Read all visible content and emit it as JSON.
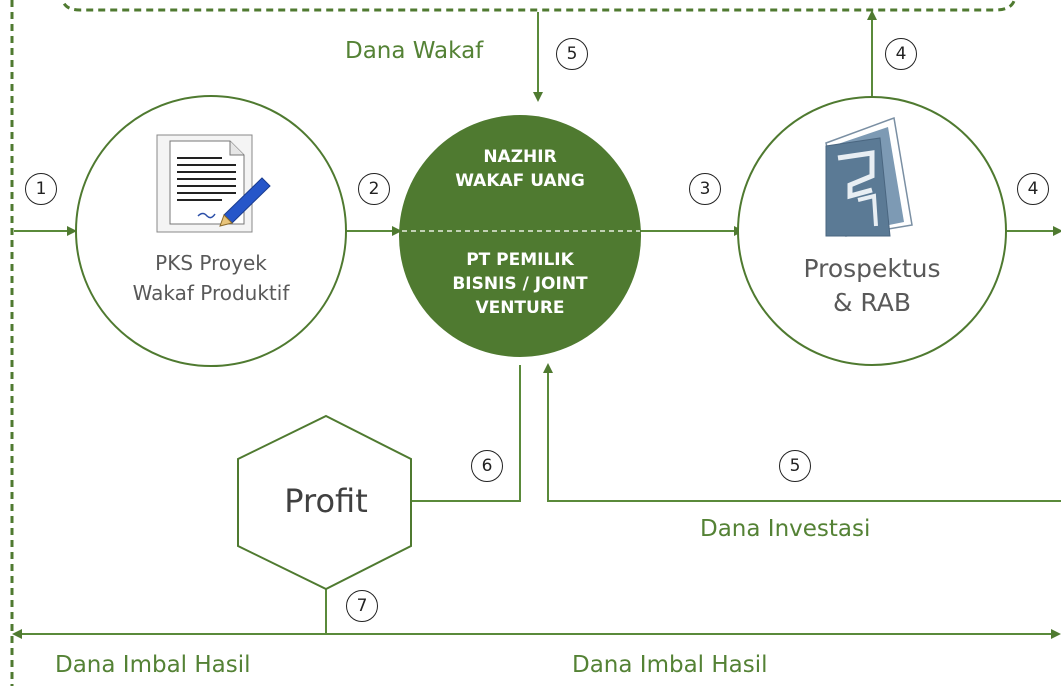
{
  "labels": {
    "dana_wakaf": "Dana Wakaf",
    "dana_investasi": "Dana Investasi",
    "dana_imbal_hasil_left": "Dana Imbal Hasil",
    "dana_imbal_hasil_mid": "Dana Imbal Hasil"
  },
  "nodes": {
    "pks_line1": "PKS Proyek",
    "pks_line2": "Wakaf Produktif",
    "nazhir_line1": "NAZHIR",
    "nazhir_line2": "WAKAF UANG",
    "pt_line1": "PT PEMILIK",
    "pt_line2": "BISNIS / JOINT",
    "pt_line3": "VENTURE",
    "prospektus_line1": "Prospektus",
    "prospektus_line2": "& RAB",
    "profit": "Profit"
  },
  "steps": {
    "s1": "1",
    "s2": "2",
    "s3": "3",
    "s4_top": "4",
    "s4_right": "4",
    "s5_top": "5",
    "s5_bottom": "5",
    "s6": "6",
    "s7": "7"
  },
  "icons": {
    "pks": "document-with-pen-icon",
    "prospektus": "brochure-icon"
  },
  "colors": {
    "green": "#548235",
    "dark_green": "#4f7a30",
    "line_green": "#5a8a3a",
    "text_gray": "#595959",
    "blue_icon": "#5b7a95"
  }
}
